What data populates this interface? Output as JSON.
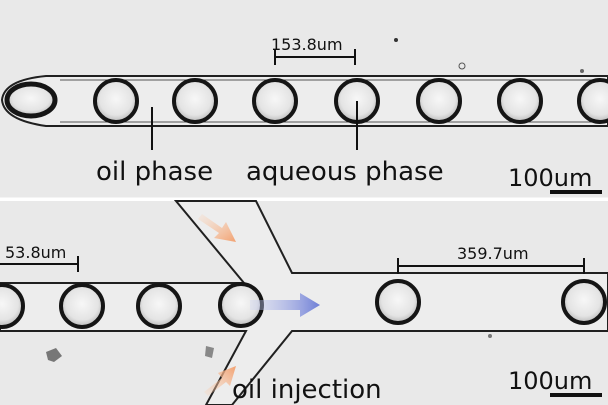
{
  "panels": {
    "top": {
      "annotations": {
        "spacing": "153.8um",
        "oil_phase": "oil phase",
        "aqueous_phase": "aqueous phase",
        "scale_bar": "100um"
      }
    },
    "bottom": {
      "annotations": {
        "spacing_left": "53.8um",
        "spacing_right": "359.7um",
        "oil_injection": "oil injection",
        "scale_bar": "100um"
      }
    }
  },
  "colors": {
    "background": "#e9e9e9",
    "droplet_edge": "#151515",
    "oil_arrow": "#f2a06f",
    "flow_arrow": "#6f7fd6"
  }
}
